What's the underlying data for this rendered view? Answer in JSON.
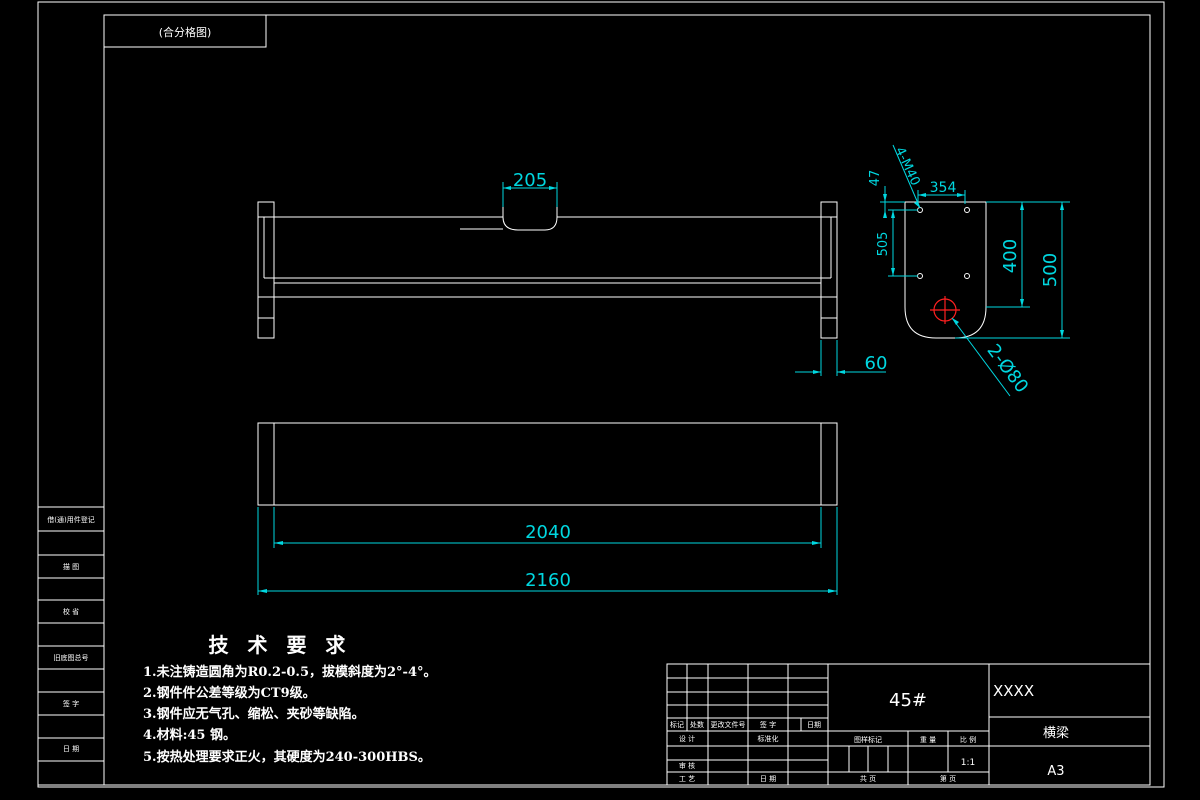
{
  "header_box": {
    "label": "(合分格图)"
  },
  "dimensions": {
    "top_width": "205",
    "side_width": "354",
    "side_height_inner": "400",
    "side_height_outer": "500",
    "side_hole_spacing": "505",
    "side_top_offset": "47",
    "side_holes": "4-M40",
    "center_hole": "2-Ø80",
    "flange_thickness": "60",
    "inner_length": "2040",
    "overall_length": "2160"
  },
  "requirements": {
    "title": "技 术 要 求",
    "items": [
      "1.未注铸造圆角为R0.2-0.5，拔模斜度为2°-4°。",
      "2.钢件件公差等级为CT9级。",
      "3.钢件应无气孔、缩松、夹砂等缺陷。",
      "4.材料:45 钢。",
      "5.按热处理要求正火，其硬度为240-300HBS。"
    ]
  },
  "left_strip": {
    "labels": [
      "借(通)用件登记",
      "描 图",
      "校 省",
      "旧底图总号",
      "签 字",
      "日 期"
    ]
  },
  "title_block": {
    "material": "45#",
    "company": "XXXX",
    "part_name": "横梁",
    "sheet_size": "A3",
    "scale": "1:1",
    "row_labels": {
      "marks": "标记",
      "count": "处数",
      "doc": "更改文件号",
      "sign": "签 字",
      "date": "日期",
      "design": "设 计",
      "std": "标准化",
      "review": "审 核",
      "process": "工 艺",
      "approve": "日 期",
      "stage": "图样标记",
      "weight": "重 量",
      "ratio": "比 例",
      "total": "共  页",
      "sheet": "第  页"
    }
  }
}
